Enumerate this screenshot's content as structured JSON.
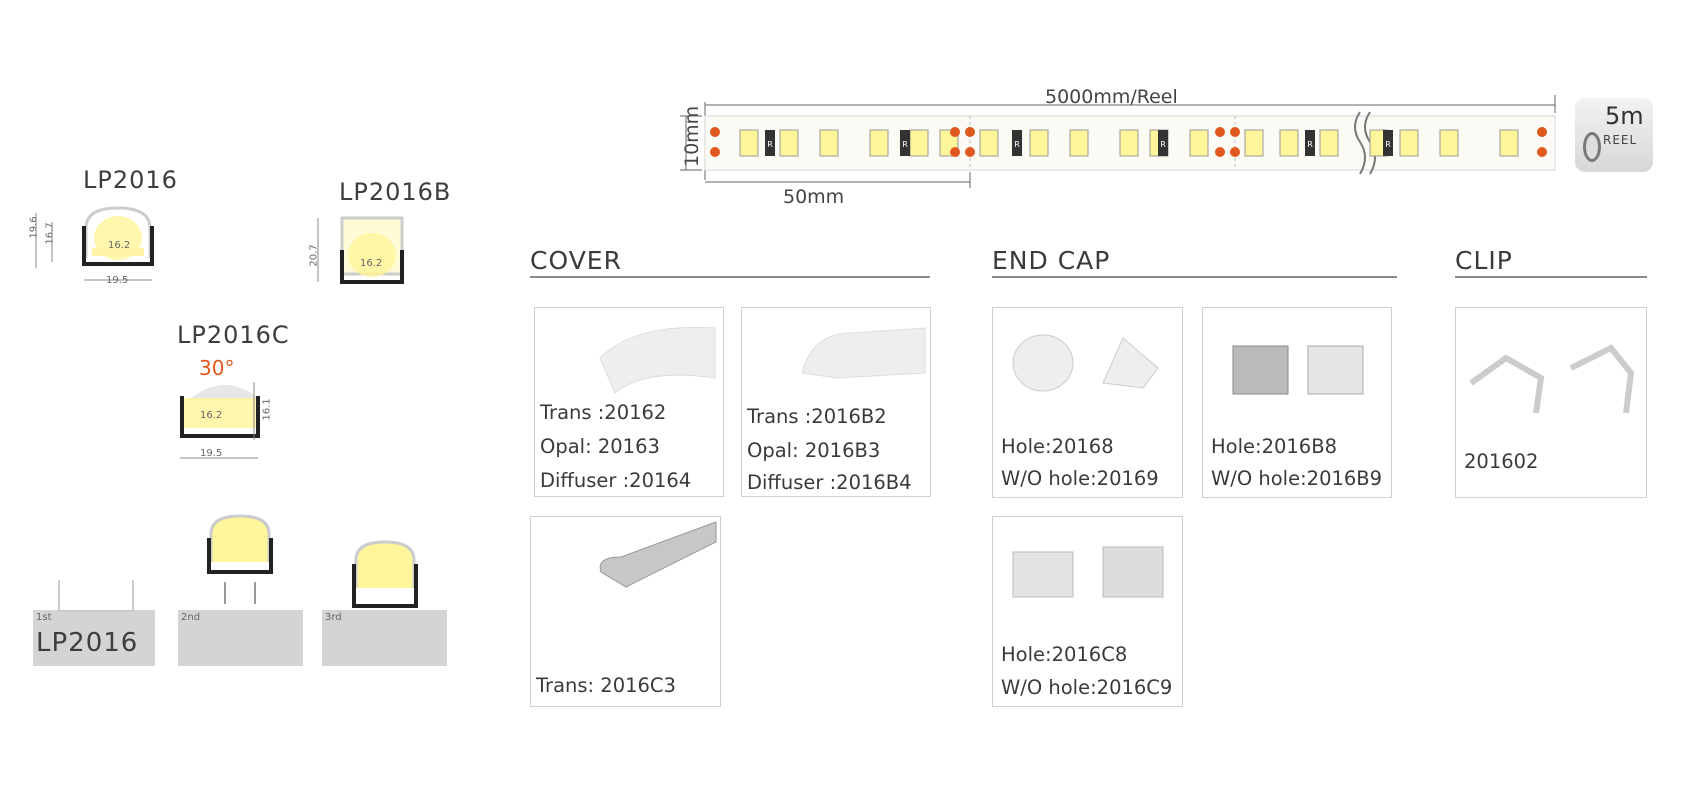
{
  "profiles": {
    "lp2016": {
      "name": "LP2016",
      "width": "19.5",
      "height": "19.6",
      "inner_height": "16.7",
      "strip": "16.2"
    },
    "lp2016b": {
      "name": "LP2016B",
      "height": "20.7",
      "strip": "16.2"
    },
    "lp2016c": {
      "name": "LP2016C",
      "angle": "30°",
      "width": "19.5",
      "height": "16.1",
      "strip": "16.2"
    }
  },
  "mounting": {
    "label": "LP2016",
    "steps": [
      "1st",
      "2nd",
      "3rd"
    ]
  },
  "strip": {
    "length": "5000mm/Reel",
    "width": "10mm",
    "segment": "50mm",
    "reel": {
      "value": "5m",
      "unit": "REEL"
    },
    "resistor_mark": "R"
  },
  "sections": {
    "cover": {
      "title": "COVER",
      "items": [
        {
          "lines": [
            "Trans :20162",
            "Opal: 20163",
            "Diffuser :20164"
          ]
        },
        {
          "lines": [
            "Trans :2016B2",
            "Opal: 2016B3",
            "Diffuser :2016B4"
          ]
        },
        {
          "lines": [
            "Trans: 2016C3"
          ]
        }
      ]
    },
    "end_cap": {
      "title": "END CAP",
      "items": [
        {
          "lines": [
            "Hole:20168",
            "W/O hole:20169"
          ]
        },
        {
          "lines": [
            "Hole:2016B8",
            "W/O hole:2016B9"
          ]
        },
        {
          "lines": [
            "Hole:2016C8",
            "W/O hole:2016C9"
          ]
        }
      ]
    },
    "clip": {
      "title": "CLIP",
      "items": [
        {
          "lines": [
            "201602"
          ]
        }
      ]
    }
  },
  "colors": {
    "accent_orange": "#e0581e",
    "led_yellow": "#fff59a",
    "divider": "#8a8a8a"
  }
}
